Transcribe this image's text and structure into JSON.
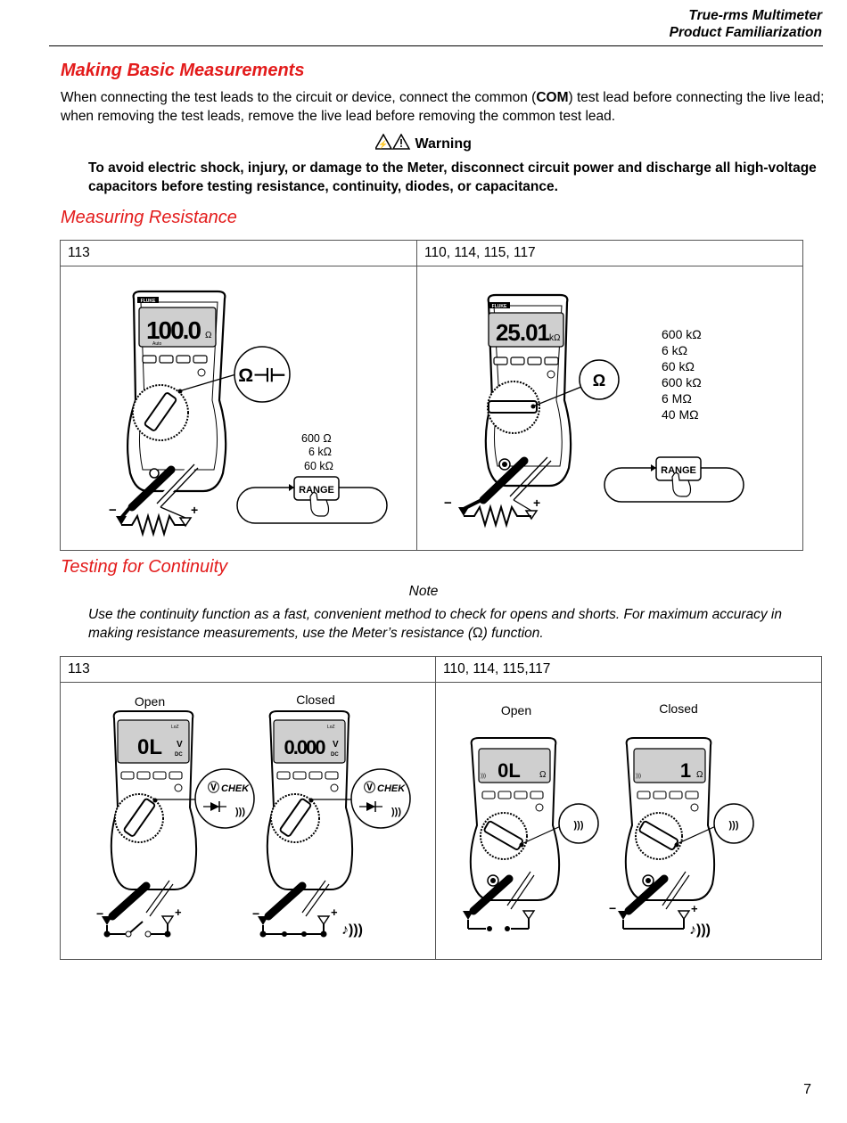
{
  "header": {
    "title": "True-rms Multimeter",
    "subtitle": "Product Familiarization"
  },
  "section": {
    "title": "Making Basic Measurements",
    "intro_pre": "When connecting the test leads to the circuit or device, connect the common (",
    "intro_bold": "COM",
    "intro_post": ") test lead before connecting the live lead; when removing the test leads, remove the live lead before removing the common test lead."
  },
  "warning": {
    "title": "Warning",
    "body": "To avoid electric shock, injury, or damage to the Meter, disconnect circuit power and discharge all high-voltage capacitors before testing resistance, continuity, diodes, or capacitance."
  },
  "resistance": {
    "title": "Measuring Resistance",
    "col1": "113",
    "col2": "110, 114, 115, 117",
    "left": {
      "display": "100.0",
      "unit": "Ω",
      "auto": "Auto",
      "dial_symbol": "Ω⊣⊢",
      "ranges": [
        "600  Ω",
        "6  kΩ",
        "60 kΩ"
      ],
      "button": "RANGE",
      "minus": "−",
      "plus": "+"
    },
    "right": {
      "display": "25.01",
      "unit": "kΩ",
      "dial_symbol": "Ω",
      "ranges": [
        "600 kΩ",
        "6 kΩ",
        "60 kΩ",
        "600 kΩ",
        "6 MΩ",
        "40 MΩ"
      ],
      "button": "RANGE",
      "minus": "−",
      "plus": "+"
    }
  },
  "continuity": {
    "title": "Testing for Continuity",
    "note_title": "Note",
    "note_pre": "Use the continuity function as a fast, convenient method to check for opens and shorts. For maximum accuracy in making resistance measurements, use the Meter’s resistance (",
    "note_sym": "Ω",
    "note_post": ") function.",
    "col1": "113",
    "col2": "110, 114, 115,117",
    "open_label": "Open",
    "closed_label": "Closed",
    "left_open": {
      "display": "0L",
      "unit": "V",
      "sub": "DC",
      "loz": "LoZ",
      "dial": "CHEK"
    },
    "left_closed": {
      "display": "0.000",
      "unit": "V",
      "sub": "DC",
      "loz": "LoZ",
      "dial": "CHEK"
    },
    "right_open": {
      "display": "0L",
      "unit": "Ω"
    },
    "right_closed": {
      "display": "1",
      "unit": "Ω"
    }
  },
  "icons": {
    "warning": "warning-triangle-icon",
    "hand": "pointing-hand-icon",
    "beep": "beeper-icon",
    "diode": "diode-icon"
  },
  "page_number": "7",
  "colors": {
    "accent": "#e31b1b",
    "lcd": "#cfcfcf",
    "meter": "#ffffff"
  }
}
